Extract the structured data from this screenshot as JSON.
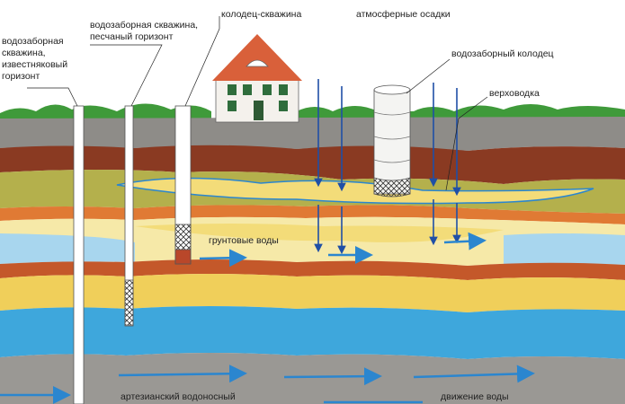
{
  "labels": {
    "well_limestone": [
      "водозаборная",
      "скважина,",
      "известняковый",
      "горизонт"
    ],
    "well_sand": [
      "водозаборная скважина,",
      "песчаный горизонт"
    ],
    "well_borehole": "колодец-скважина",
    "precipitation": "атмосферные осадки",
    "dug_well": "водозаборный колодец",
    "perched_water": "верховодка",
    "groundwater": "грунтовые воды",
    "artesian": "артезианский водоносный",
    "water_flow": "движение воды"
  },
  "colors": {
    "sky": "#ffffff",
    "grass": "#3f9a3a",
    "topsoil_gray": "#8e8c88",
    "clay_brown": "#8a3a22",
    "sand_olive": "#b4b04c",
    "sand_yellow": "#f3dc79",
    "light_sand": "#f6e9a8",
    "orange_clay": "#e07a34",
    "aquifer_blue": "#3ea7dc",
    "bedrock_gray": "#9a9894",
    "flow_arrow": "#2b86cf",
    "rain_line": "#1f4fa6"
  }
}
